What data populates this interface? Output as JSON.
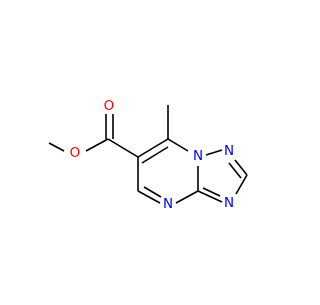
{
  "molecule": {
    "atom_labels": {
      "o_carbonyl": "O",
      "o_ester": "O",
      "n_bridge": "N",
      "n_triazole_top": "N",
      "n_triazole_right": "N",
      "n_pyrimidine": "N"
    },
    "colors": {
      "bond": "#000000",
      "oxygen": "#ff0000",
      "nitrogen": "#0000ff"
    }
  }
}
